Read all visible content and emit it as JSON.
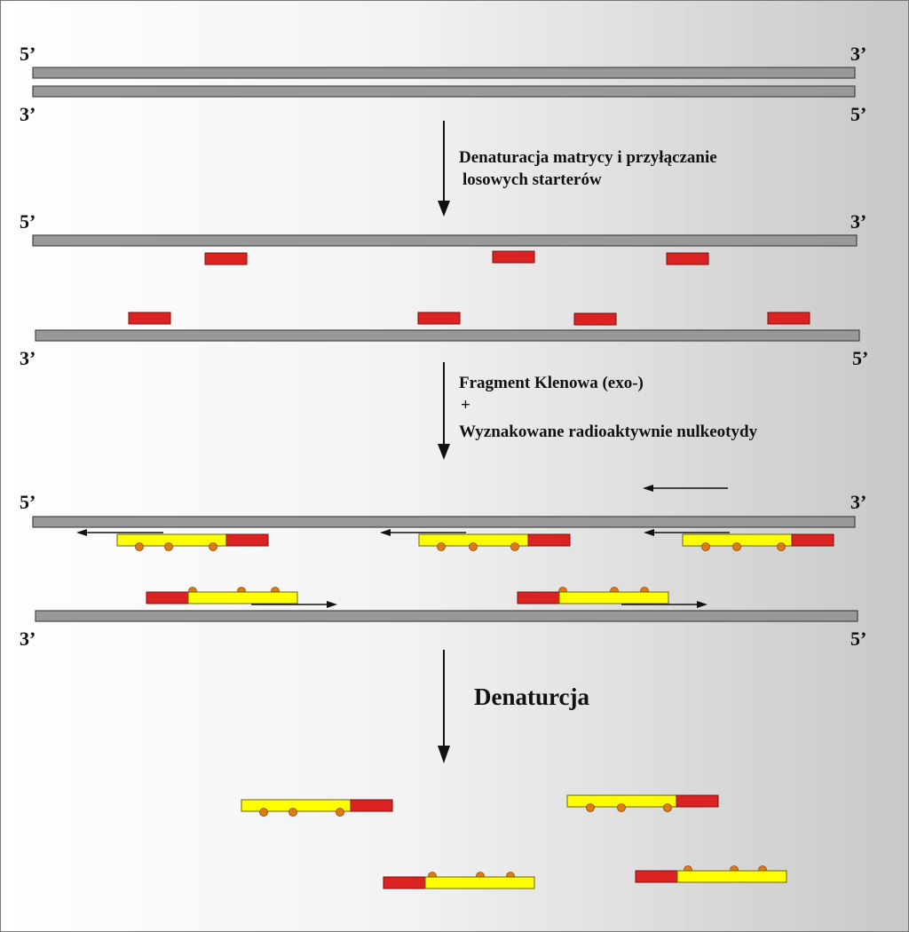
{
  "end_labels": {
    "five_prime": "5’",
    "three_prime": "3’"
  },
  "steps": {
    "step1_line1": "Denaturacja matrycy i przyłączanie",
    "step1_line2": "losowych starterów",
    "step2_line1": "Fragment Klenowa (exo-)",
    "step2_plus": "+",
    "step2_line3": "Wyznakowane radioaktywnie nulkeotydy",
    "step3": "Denaturcja"
  },
  "colors": {
    "template_strand": "#999999",
    "primer": "#dd2222",
    "new_strand": "#ffff00",
    "label_nucleotide": "#e07a18"
  }
}
